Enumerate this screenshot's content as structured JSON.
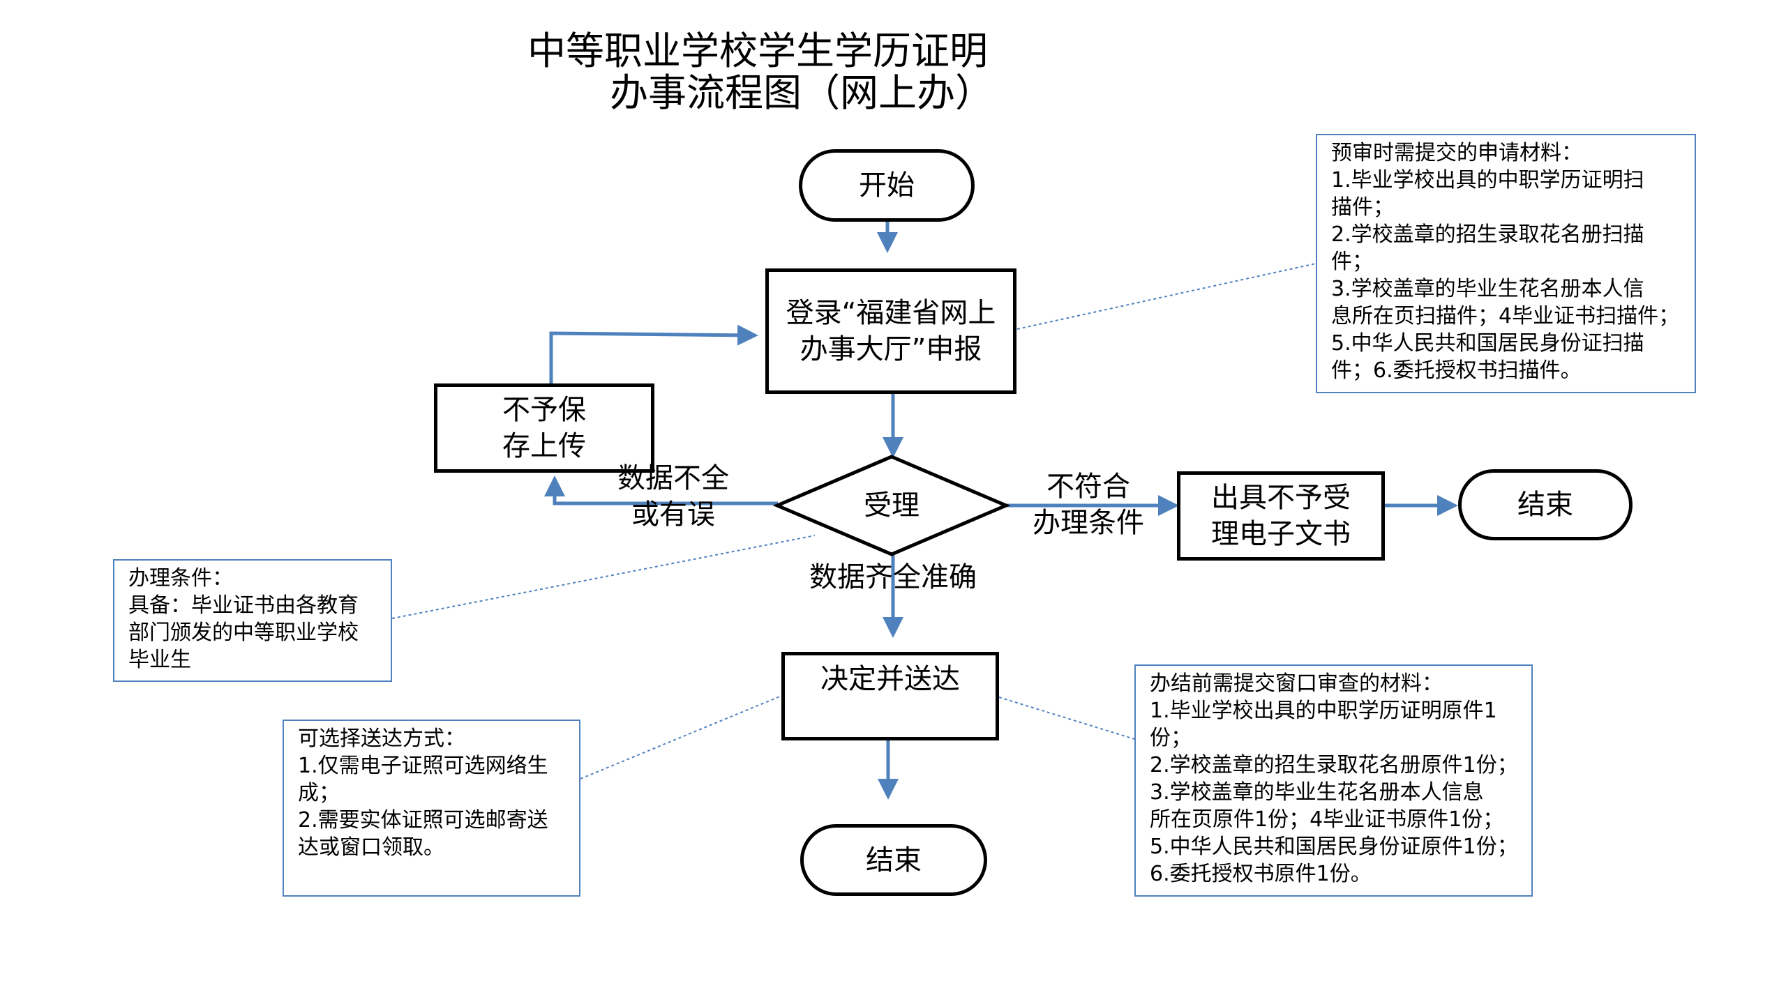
{
  "title": {
    "line1": "中等职业学校学生学历证明",
    "line2": "办事流程图（网上办）"
  },
  "nodes": {
    "start": "开始",
    "login_line1": "登录“福建省网上",
    "login_line2": "办事大厅”申报",
    "reject_save_line1": "不予保",
    "reject_save_line2": "存上传",
    "accept": "受理",
    "not_accept_doc_line1": "出具不予受",
    "not_accept_doc_line2": "理电子文书",
    "end_right": "结束",
    "decide_deliver": "决定并送达",
    "end_bottom": "结束"
  },
  "edge_labels": {
    "incomplete_line1": "数据不全",
    "incomplete_line2": "或有误",
    "not_meet_line1": "不符合",
    "not_meet_line2": "办理条件",
    "complete": "数据齐全准确"
  },
  "notes": {
    "pre_review": [
      "预审时需提交的申请材料：",
      "1.毕业学校出具的中职学历证明扫",
      "描件；",
      "2.学校盖章的招生录取花名册扫描",
      "件；",
      "3.学校盖章的毕业生花名册本人信",
      "息所在页扫描件；4毕业证书扫描件；",
      "5.中华人民共和国居民身份证扫描",
      "件；6.委托授权书扫描件。"
    ],
    "conditions": [
      "办理条件：",
      "具备：毕业证书由各教育",
      "部门颁发的中等职业学校",
      "毕业生"
    ],
    "delivery": [
      "可选择送达方式：",
      "1.仅需电子证照可选网络生",
      "成；",
      "2.需要实体证照可选邮寄送",
      "达或窗口领取。"
    ],
    "final_materials": [
      "办结前需提交窗口审查的材料：",
      "1.毕业学校出具的中职学历证明原件1",
      "份；",
      "2.学校盖章的招生录取花名册原件1份；",
      "3.学校盖章的毕业生花名册本人信息",
      "所在页原件1份；4毕业证书原件1份；",
      "5.中华人民共和国居民身份证原件1份；",
      "6.委托授权书原件1份。"
    ]
  },
  "colors": {
    "arrow": "#4f81bd",
    "note_border": "#4f81bd",
    "node_border": "#000000"
  }
}
